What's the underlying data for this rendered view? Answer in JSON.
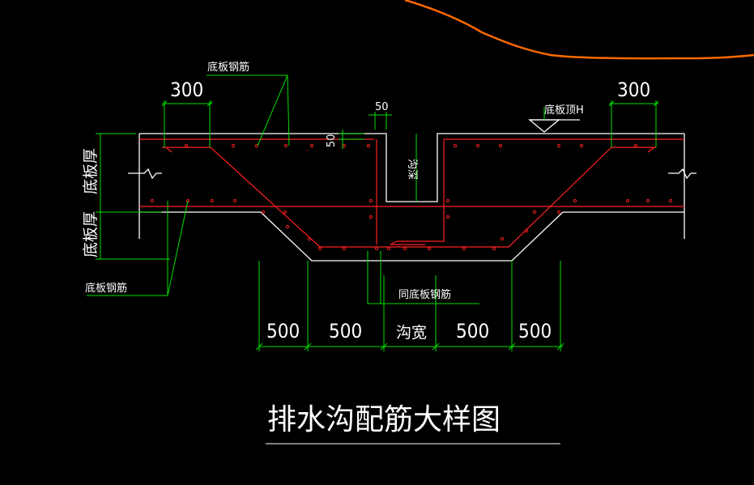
{
  "title": "排水沟配筋大样图",
  "labels": {
    "bottom_rebar_top": "底板钢筋",
    "bottom_rebar_left": "底板钢筋",
    "same_rebar": "同底板钢筋",
    "slab_top": "底板顶H",
    "slab_thick_upper": "底板厚",
    "slab_thick_lower": "底板厚",
    "trench_depth": "沟深",
    "trench_width": "沟宽"
  },
  "dimensions": {
    "top_left": "300",
    "top_right": "300",
    "top_mid": "50",
    "side_mid": "50",
    "bottom": [
      "500",
      "500",
      "沟宽",
      "500",
      "500"
    ]
  },
  "colors": {
    "background": "#000000",
    "outline": "#ffffff",
    "rebar": "#ff2020",
    "dimension": "#00ff00",
    "orange_line": "#ff6a00"
  }
}
